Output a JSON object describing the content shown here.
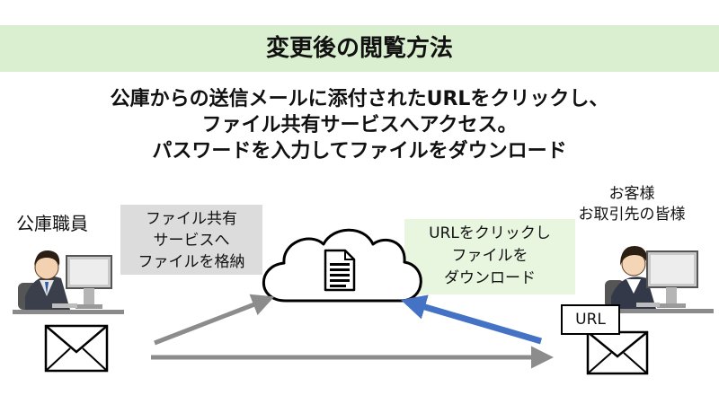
{
  "title": "変更後の閲覧方法",
  "lead": [
    "公庫からの送信メールに添付されたURLをクリックし、",
    "ファイル共有サービスへアクセス。",
    "パスワードを入力してファイルをダウンロード"
  ],
  "staff_label": "公庫職員",
  "client_label": [
    "お客様",
    "お取引先の皆様"
  ],
  "upload_box": [
    "ファイル共有",
    "サービスへ",
    "ファイルを格納"
  ],
  "download_box": [
    "URLをクリックし",
    "ファイルを",
    "ダウンロード"
  ],
  "url_tag": "URL",
  "colors": {
    "title_band": "#d9efcf",
    "upload_box": "#dcdcdc",
    "download_box": "#e8f6e0",
    "arrow_gray": "#8c8c8c",
    "arrow_blue": "#4472c4"
  },
  "icons": [
    "person-at-computer-icon",
    "envelope-icon",
    "cloud-icon",
    "document-icon"
  ]
}
